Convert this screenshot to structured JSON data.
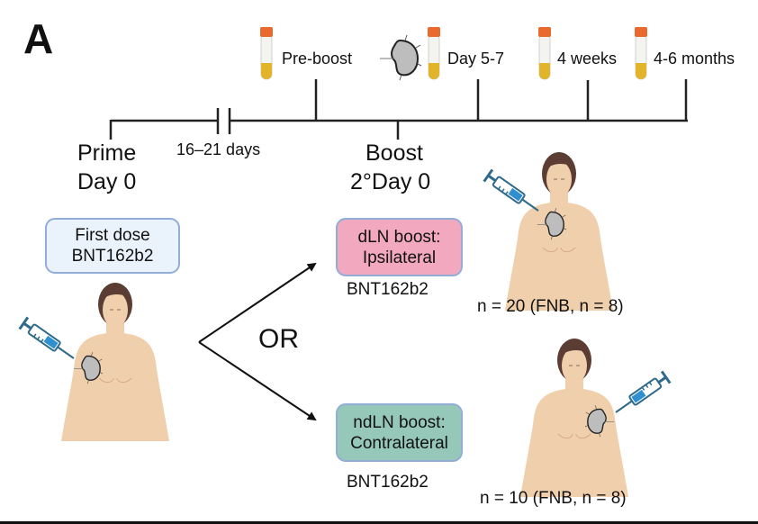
{
  "figure": {
    "panel_label": "A",
    "timeline": {
      "prime": {
        "line1": "Prime",
        "line2": "Day 0"
      },
      "gap_label": "16–21 days",
      "boost": {
        "line1": "Boost",
        "line2": "2°Day 0"
      },
      "sample_points": [
        {
          "label": "Pre-boost",
          "icon": "blood-tube-icon"
        },
        {
          "label": "Day 5-7",
          "icon": "blood-tube-icon",
          "extra_icon": "lymph-node-icon"
        },
        {
          "label": "4 weeks",
          "icon": "blood-tube-icon"
        },
        {
          "label": "4-6 months",
          "icon": "blood-tube-icon"
        }
      ]
    },
    "first_dose": {
      "line1": "First dose",
      "line2": "BNT162b2"
    },
    "or_label": "OR",
    "arms": [
      {
        "id": "dln",
        "box_line1": "dLN boost:",
        "box_line2": "Ipsilateral",
        "vaccine": "BNT162b2",
        "n_label": "n = 20 (FNB, n = 8)",
        "color": "#f2a9c0"
      },
      {
        "id": "ndln",
        "box_line1": "ndLN boost:",
        "box_line2": "Contralateral",
        "vaccine": "BNT162b2",
        "n_label": "n = 10 (FNB, n = 8)",
        "color": "#96c8b9"
      }
    ],
    "colors": {
      "skin": "#efcfac",
      "hair": "#5b3d33",
      "tube_cap": "#e86a2e",
      "tube_fill": "#e2b42a",
      "syringe": "#2e6a8a",
      "syringe_fill": "#2f8fd0",
      "lymph_node": "#bdbdbd",
      "box_border": "#93aed6",
      "first_dose_box": "#eaf2fb"
    }
  }
}
